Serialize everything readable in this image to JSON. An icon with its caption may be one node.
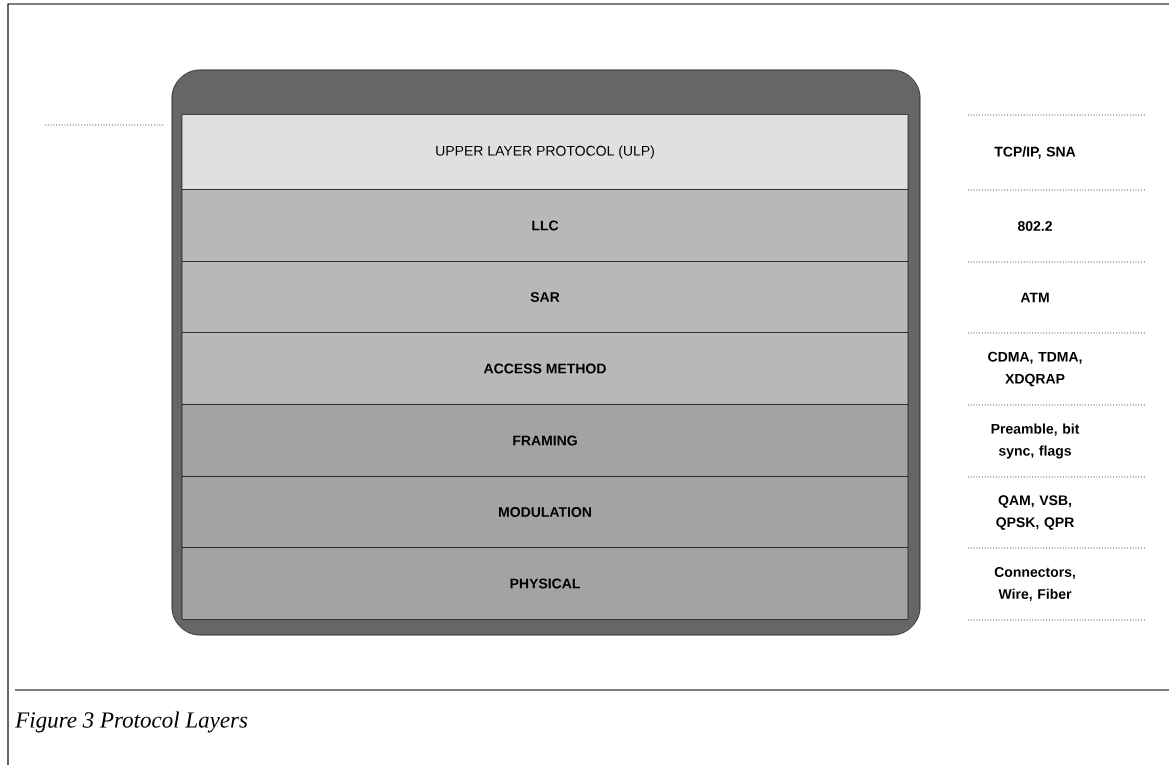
{
  "diagram": {
    "caption": "Figure 3 Protocol Layers",
    "nodes": [
      {
        "text": [],
        "shape": "box"
      },
      {
        "text": [
          "UPPER LAYER PROTOCOL (ULP)"
        ],
        "in": 0
      },
      {
        "text": [
          "LLC"
        ],
        "in": 0
      },
      {
        "text": [
          "SAR"
        ],
        "in": 0
      },
      {
        "text": [
          "ACCESS METHOD"
        ],
        "in": 0
      },
      {
        "text": [
          "FRAMING"
        ],
        "in": 0
      },
      {
        "text": [
          "MODULATION"
        ],
        "in": 0
      },
      {
        "text": [
          "PHYSICAL"
        ],
        "in": 0
      }
    ],
    "edges": [],
    "labels": [
      "TCP/IP, SNA",
      "802.2",
      "ATM",
      "CDMA, TDMA, XDQRAP",
      "Preamble, bit sync, flags",
      "QAM, VSB, QPSK, QPR",
      "Connectors, Wire, Fiber"
    ]
  }
}
